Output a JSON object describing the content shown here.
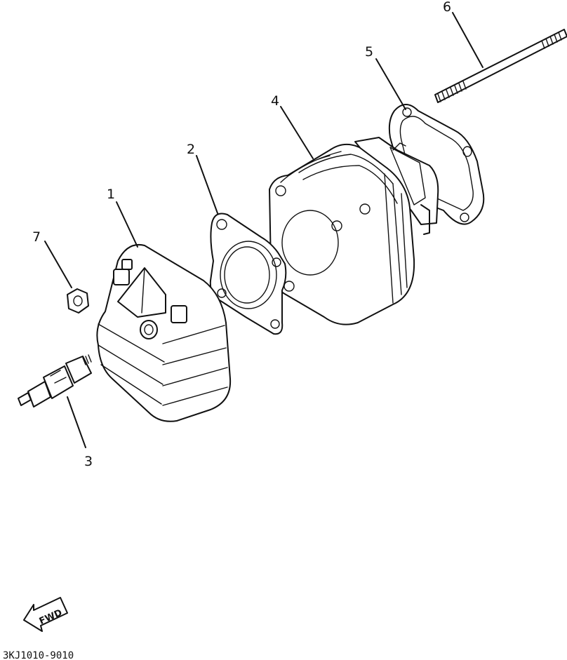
{
  "callouts": [
    {
      "id": "1",
      "label": "1"
    },
    {
      "id": "2",
      "label": "2"
    },
    {
      "id": "3",
      "label": "3"
    },
    {
      "id": "4",
      "label": "4"
    },
    {
      "id": "5",
      "label": "5"
    },
    {
      "id": "6",
      "label": "6"
    },
    {
      "id": "7",
      "label": "7"
    }
  ],
  "direction_arrow": {
    "label": "FWD"
  },
  "diagram_code": "3KJ1010-9010",
  "colors": {
    "ink": "#111111",
    "paper": "#ffffff"
  }
}
